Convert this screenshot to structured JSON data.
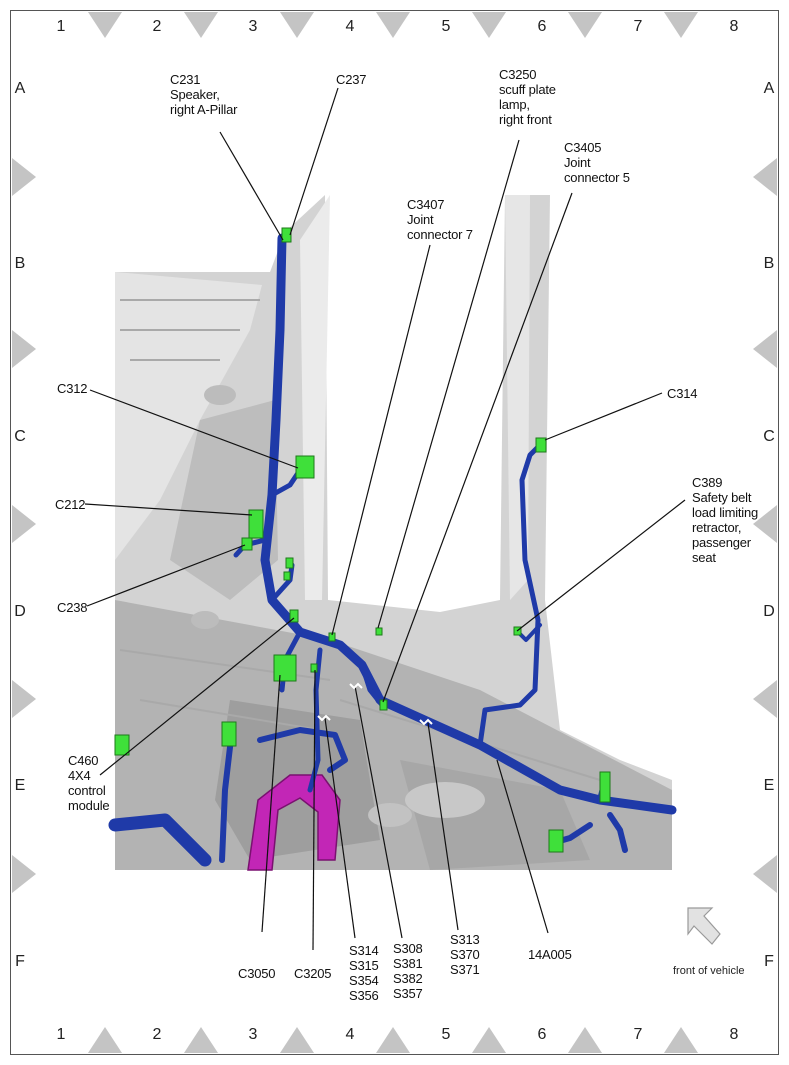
{
  "grid": {
    "columns": [
      "1",
      "2",
      "3",
      "4",
      "5",
      "6",
      "7",
      "8"
    ],
    "rows": [
      "A",
      "B",
      "C",
      "D",
      "E",
      "F"
    ]
  },
  "labels": {
    "c231": "C231\nSpeaker,\nright A-Pillar",
    "c237": "C237",
    "c3250": "C3250\nscuff plate\nlamp,\nright front",
    "c3405": "C3405\nJoint\nconnector 5",
    "c3407": "C3407\nJoint\nconnector 7",
    "c312": "C312",
    "c314": "C314",
    "c212": "C212",
    "c389": "C389\nSafety belt\nload limiting\nretractor,\npassenger\nseat",
    "c238": "C238",
    "c460": "C460\n4X4\ncontrol\nmodule",
    "c3050": "C3050",
    "c3205": "C3205",
    "s314": "S314\nS315\nS354\nS356",
    "s308": "S308\nS381\nS382\nS357",
    "s313": "S313\nS370\nS371",
    "harness": "14A005"
  },
  "orientation_note": "front of vehicle",
  "colors": {
    "harness": "#1f3aa8",
    "connector": "#3fe03a",
    "body": "#c9c9c9",
    "component": "#c026b8",
    "frame_marker": "#c4c4c4"
  }
}
